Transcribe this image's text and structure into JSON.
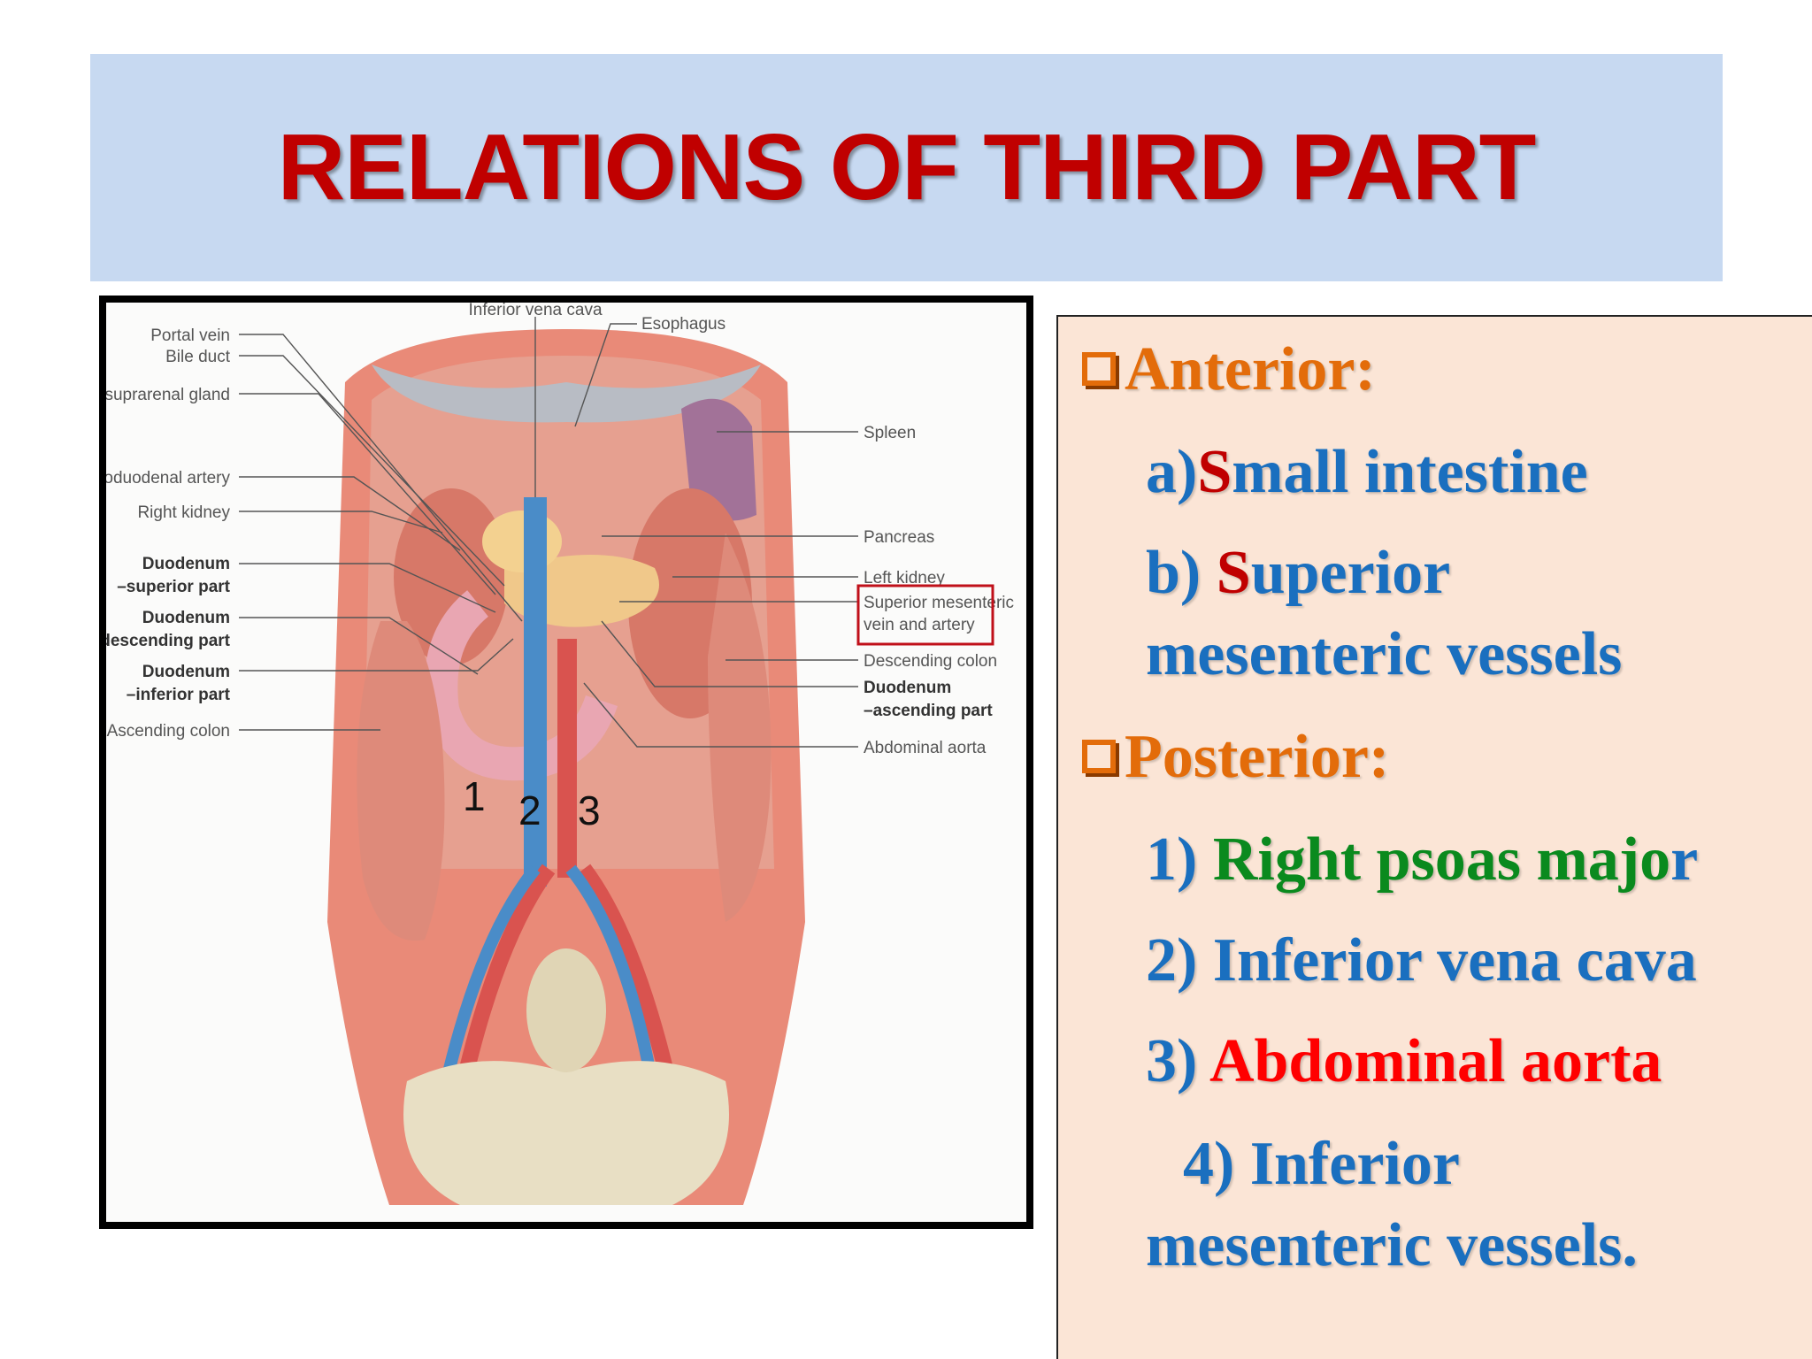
{
  "slide": {
    "title": "RELATIONS OF THIRD PART"
  },
  "figure": {
    "labels_left": {
      "portal_vein": "Portal vein",
      "bile_duct": "Bile duct",
      "right_suprarenal": "Right suprarenal gland",
      "gastroduodenal": "Gastroduodenal artery",
      "right_kidney": "Right kidney",
      "duo_sup_1": "Duodenum",
      "duo_sup_2": "–superior part",
      "duo_desc_1": "Duodenum",
      "duo_desc_2": "–descending part",
      "duo_inf_1": "Duodenum",
      "duo_inf_2": "–inferior part",
      "ascending_colon": "Ascending colon"
    },
    "labels_top": {
      "ivc": "Inferior vena cava",
      "esophagus": "Esophagus"
    },
    "labels_right": {
      "spleen": "Spleen",
      "pancreas": "Pancreas",
      "left_kidney": "Left kidney",
      "smv_1": "Superior mesenteric",
      "smv_2": "vein and artery",
      "descending_colon": "Descending colon",
      "duo_asc_1": "Duodenum",
      "duo_asc_2": "–ascending part",
      "abdominal_aorta": "Abdominal aorta"
    },
    "numbers": [
      "1",
      "2",
      "3"
    ],
    "highlight_color": "#c0101a"
  },
  "panel": {
    "anterior": {
      "heading": "Anterior:",
      "a_prefix": "a)",
      "a_initial": "S",
      "a_rest": "mall intestine",
      "b_prefix": "b) ",
      "b_initial": "S",
      "b_rest": "uperior",
      "b_line2": "mesenteric vessels"
    },
    "posterior": {
      "heading": "Posterior:",
      "p1_prefix": "1) ",
      "p1_word1": "Right",
      "p1_word2": "psoas majo",
      "p1_last": "r",
      "p2": "2) Inferior vena cava",
      "p3_prefix": "3) ",
      "p3_rest": "Abdominal aorta",
      "p4_line1": "4) Inferior",
      "p4_line2": "mesenteric vessels."
    }
  },
  "colors": {
    "title_band": "#c7d9f1",
    "title_text": "#c00000",
    "panel_bg": "#fbe5d6",
    "heading_orange": "#e36c0a",
    "item_blue": "#1a6fbf",
    "red_initial": "#c00000",
    "aorta_red": "#ff0000",
    "psoas_green": "#0a8a1e"
  }
}
